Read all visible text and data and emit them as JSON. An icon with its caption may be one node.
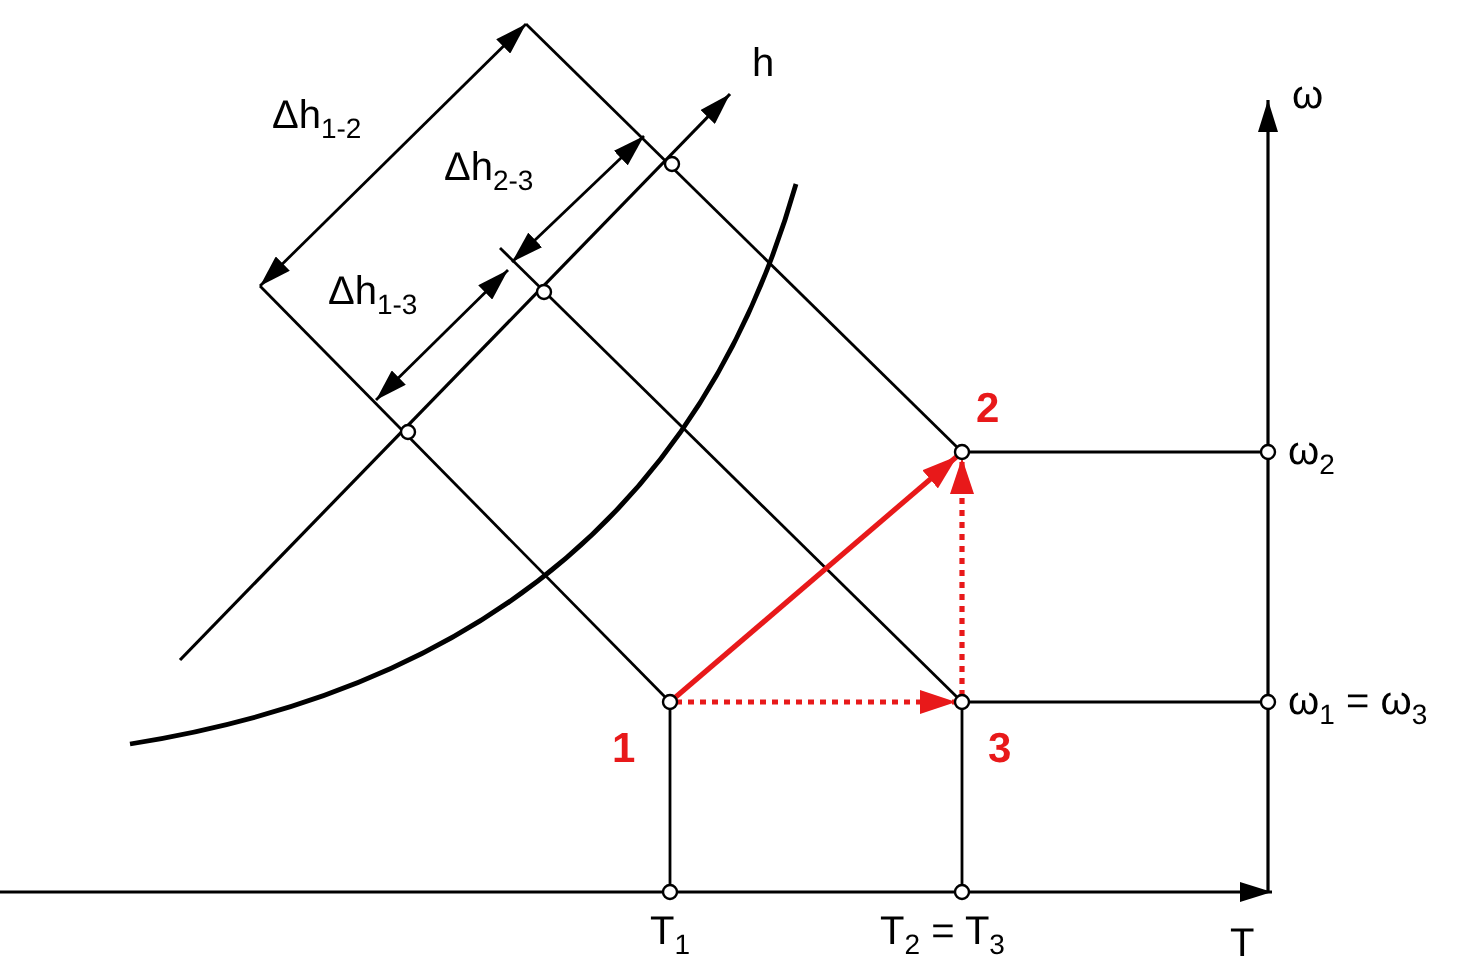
{
  "diagram": {
    "nodes": [
      {
        "text": [
          "1"
        ]
      },
      {
        "text": [
          "2"
        ]
      },
      {
        "text": [
          "3"
        ]
      }
    ],
    "edges": [
      {
        "from": 0,
        "to": 1,
        "arrow": "to"
      },
      {
        "from": 0,
        "to": 2,
        "arrow": "to",
        "style": "dashed"
      },
      {
        "from": 2,
        "to": 1,
        "arrow": "to",
        "style": "dashed"
      }
    ],
    "labels": [
      "Δh$_{1-2}$",
      "h",
      "ω",
      "Δh$_{2-3}$",
      "Δh$_{1-3}$",
      "ω$_{2}$",
      "ω$_{1}$ = ω$_{3}$",
      "T$_{1}$",
      "T$_{2}$ = T$_{3}$",
      "T"
    ]
  }
}
